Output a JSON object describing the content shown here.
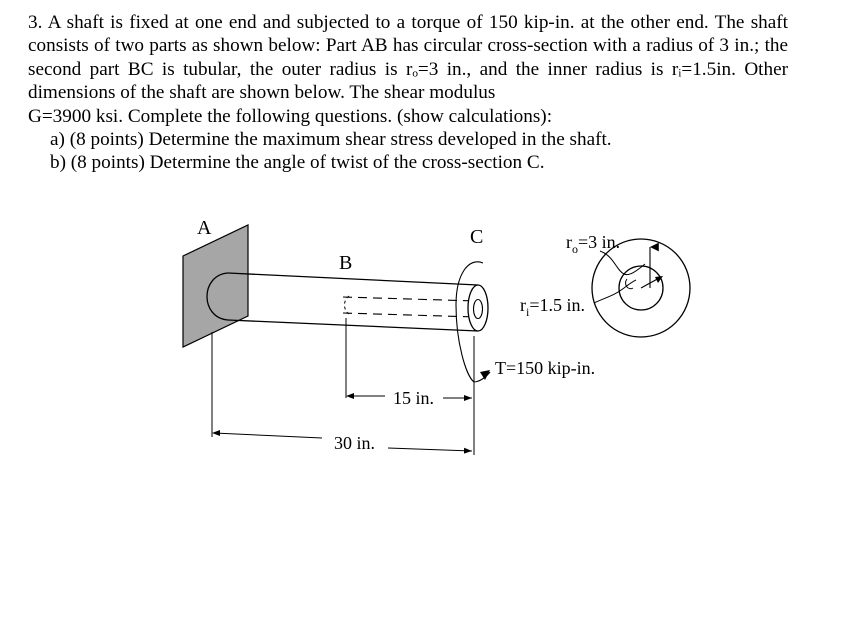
{
  "problem": {
    "lines": [
      "3. A shaft is fixed at one end and subjected to a torque of 150 kip-in. at the other end. The",
      "shaft consists of two parts as shown below: Part AB has circular cross-section with a",
      "radius of 3 in.; the second part BC is tubular, the outer radius is rₒ=3 in., and the inner",
      "radius is rᵢ=1.5in. Other dimensions of the shaft are shown below. The shear modulus",
      "G=3900 ksi.  Complete the following questions. (show calculations):"
    ],
    "part_a": "a) (8 points) Determine the maximum shear stress developed in the shaft.",
    "part_b": "b) (8 points) Determine the angle of twist of the cross-section C."
  },
  "figure": {
    "label_a": "A",
    "label_b": "B",
    "label_c": "C",
    "ro_main": "r",
    "ro_sub": "o",
    "ro_rest": "=3 in.",
    "ri_main": "r",
    "ri_sub": "i",
    "ri_rest": "=1.5 in.",
    "torque": "T=150 kip-in.",
    "dim_15": "15 in.",
    "dim_30": "30 in."
  }
}
